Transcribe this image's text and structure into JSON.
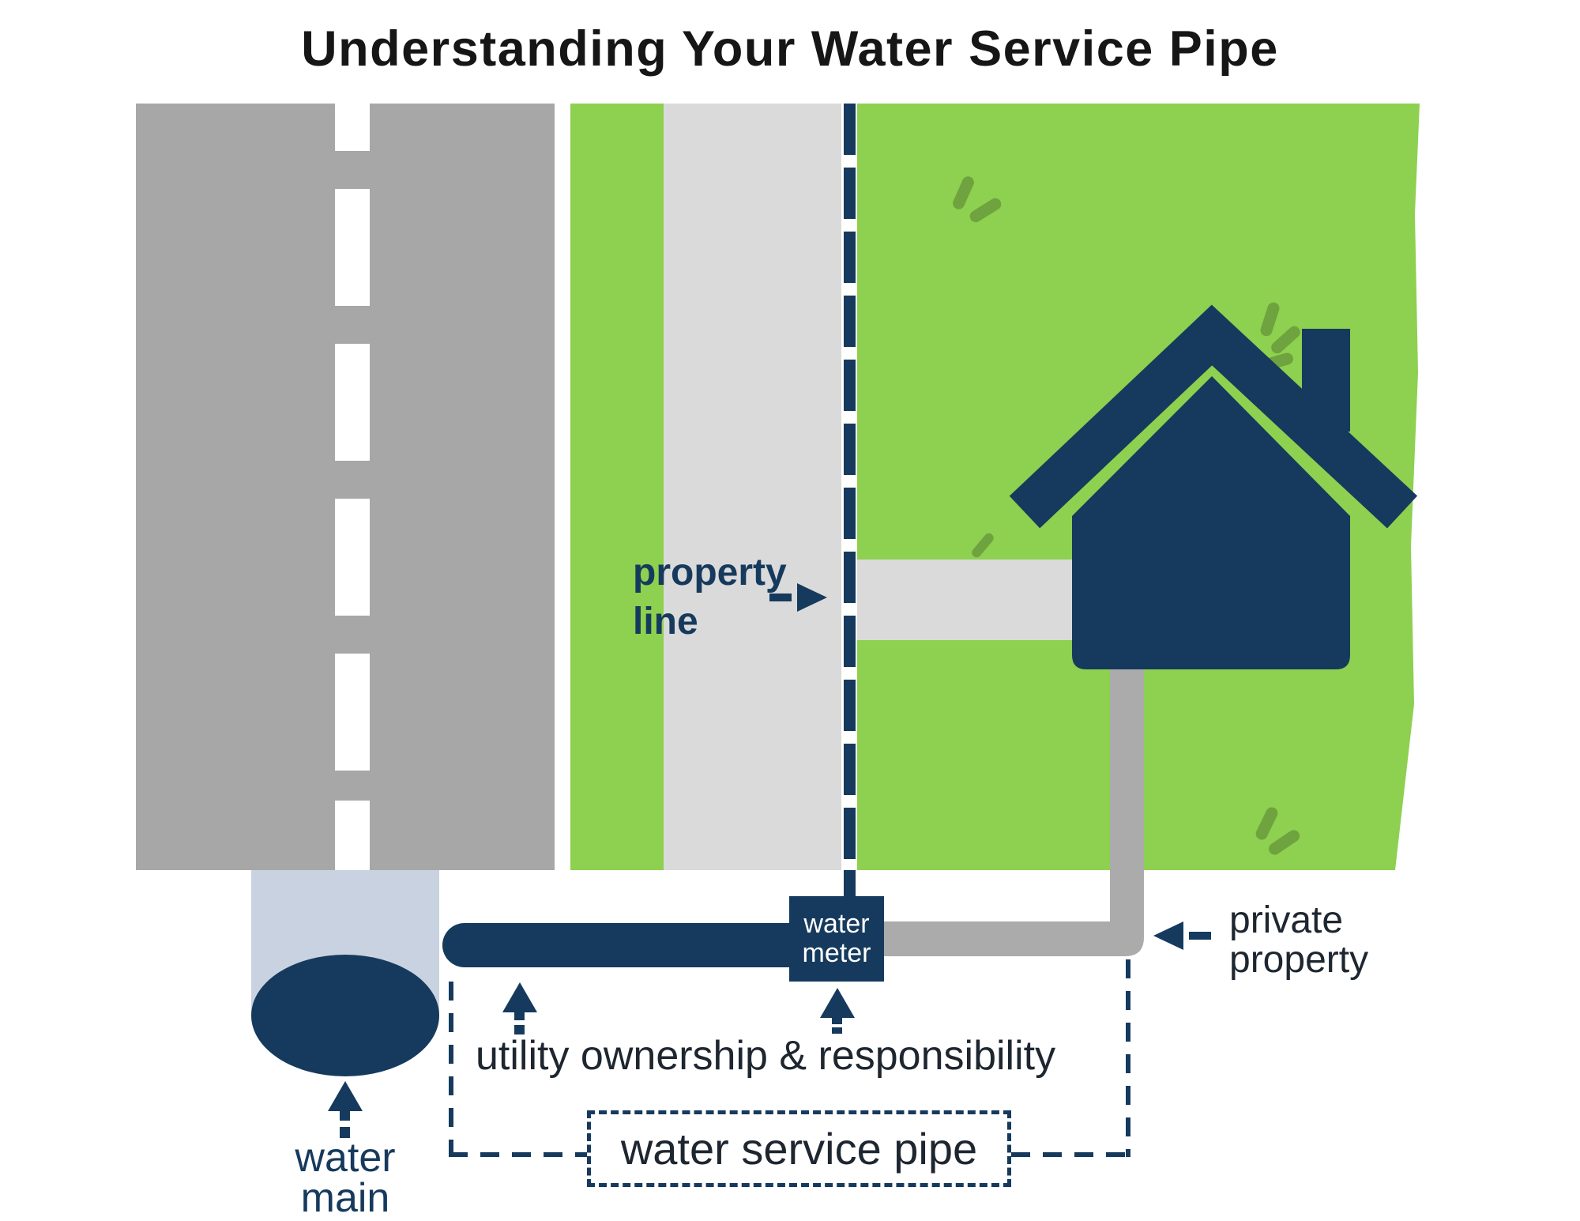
{
  "title": "Understanding Your Water Service Pipe",
  "labels": {
    "property_line": {
      "line1": "property",
      "line2": "line"
    },
    "water_meter": {
      "line1": "water",
      "line2": "meter"
    },
    "water_main": {
      "line1": "water",
      "line2": "main"
    },
    "private_property": {
      "line1": "private",
      "line2": "property"
    },
    "utility_ownership": "utility ownership & responsibility",
    "water_service_pipe": "water service pipe"
  },
  "colors": {
    "navy": "#163a5d",
    "lawn_green": "#8ed04f",
    "leaf_green": "#6ea33f",
    "road_gray": "#a7a7a7",
    "sidewalk_gray": "#dadada",
    "private_pipe_gray": "#ababab",
    "water_main_casing": "#c9d2e0",
    "label_text": "#1e2630",
    "title_text": "#161616",
    "meter_text": "#ffffff"
  }
}
